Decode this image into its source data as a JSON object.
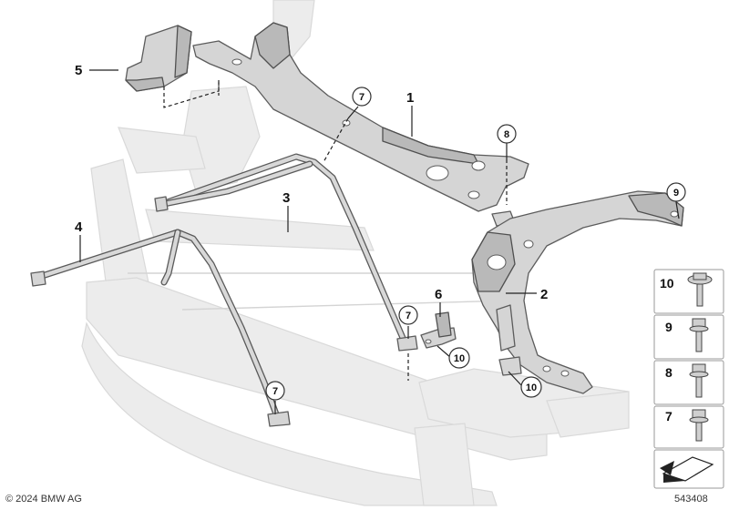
{
  "callouts": {
    "part_1": "1",
    "part_2": "2",
    "part_3": "3",
    "part_4": "4",
    "part_5": "5",
    "part_6": "6",
    "circle_7": "7",
    "circle_8": "8",
    "circle_9": "9",
    "circle_10": "10"
  },
  "legend": {
    "items": [
      "10",
      "9",
      "8",
      "7"
    ]
  },
  "footer": {
    "copyright": "© 2024 BMW AG",
    "image_id": "543408"
  },
  "colors": {
    "part_fill": "#d5d5d5",
    "ghost_fill": "#ececec",
    "outline": "#5c5c5c"
  }
}
